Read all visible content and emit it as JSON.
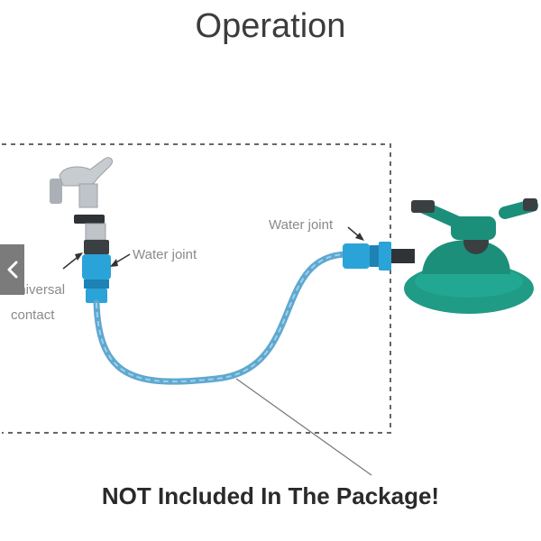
{
  "title": "Operation",
  "labels": {
    "water_joint_left": "Water joint",
    "water_joint_right": "Water joint",
    "universal_line1": "universal",
    "universal_line2": "contact"
  },
  "footer": "NOT Included In The Package!",
  "nav": {
    "prev_icon": "chevron-left-icon"
  },
  "colors": {
    "connector_blue": "#2aa3d8",
    "hose_blue": "#5fa8cf",
    "sprinkler_teal": "#1f9b86",
    "metal": "#b9bec4"
  }
}
